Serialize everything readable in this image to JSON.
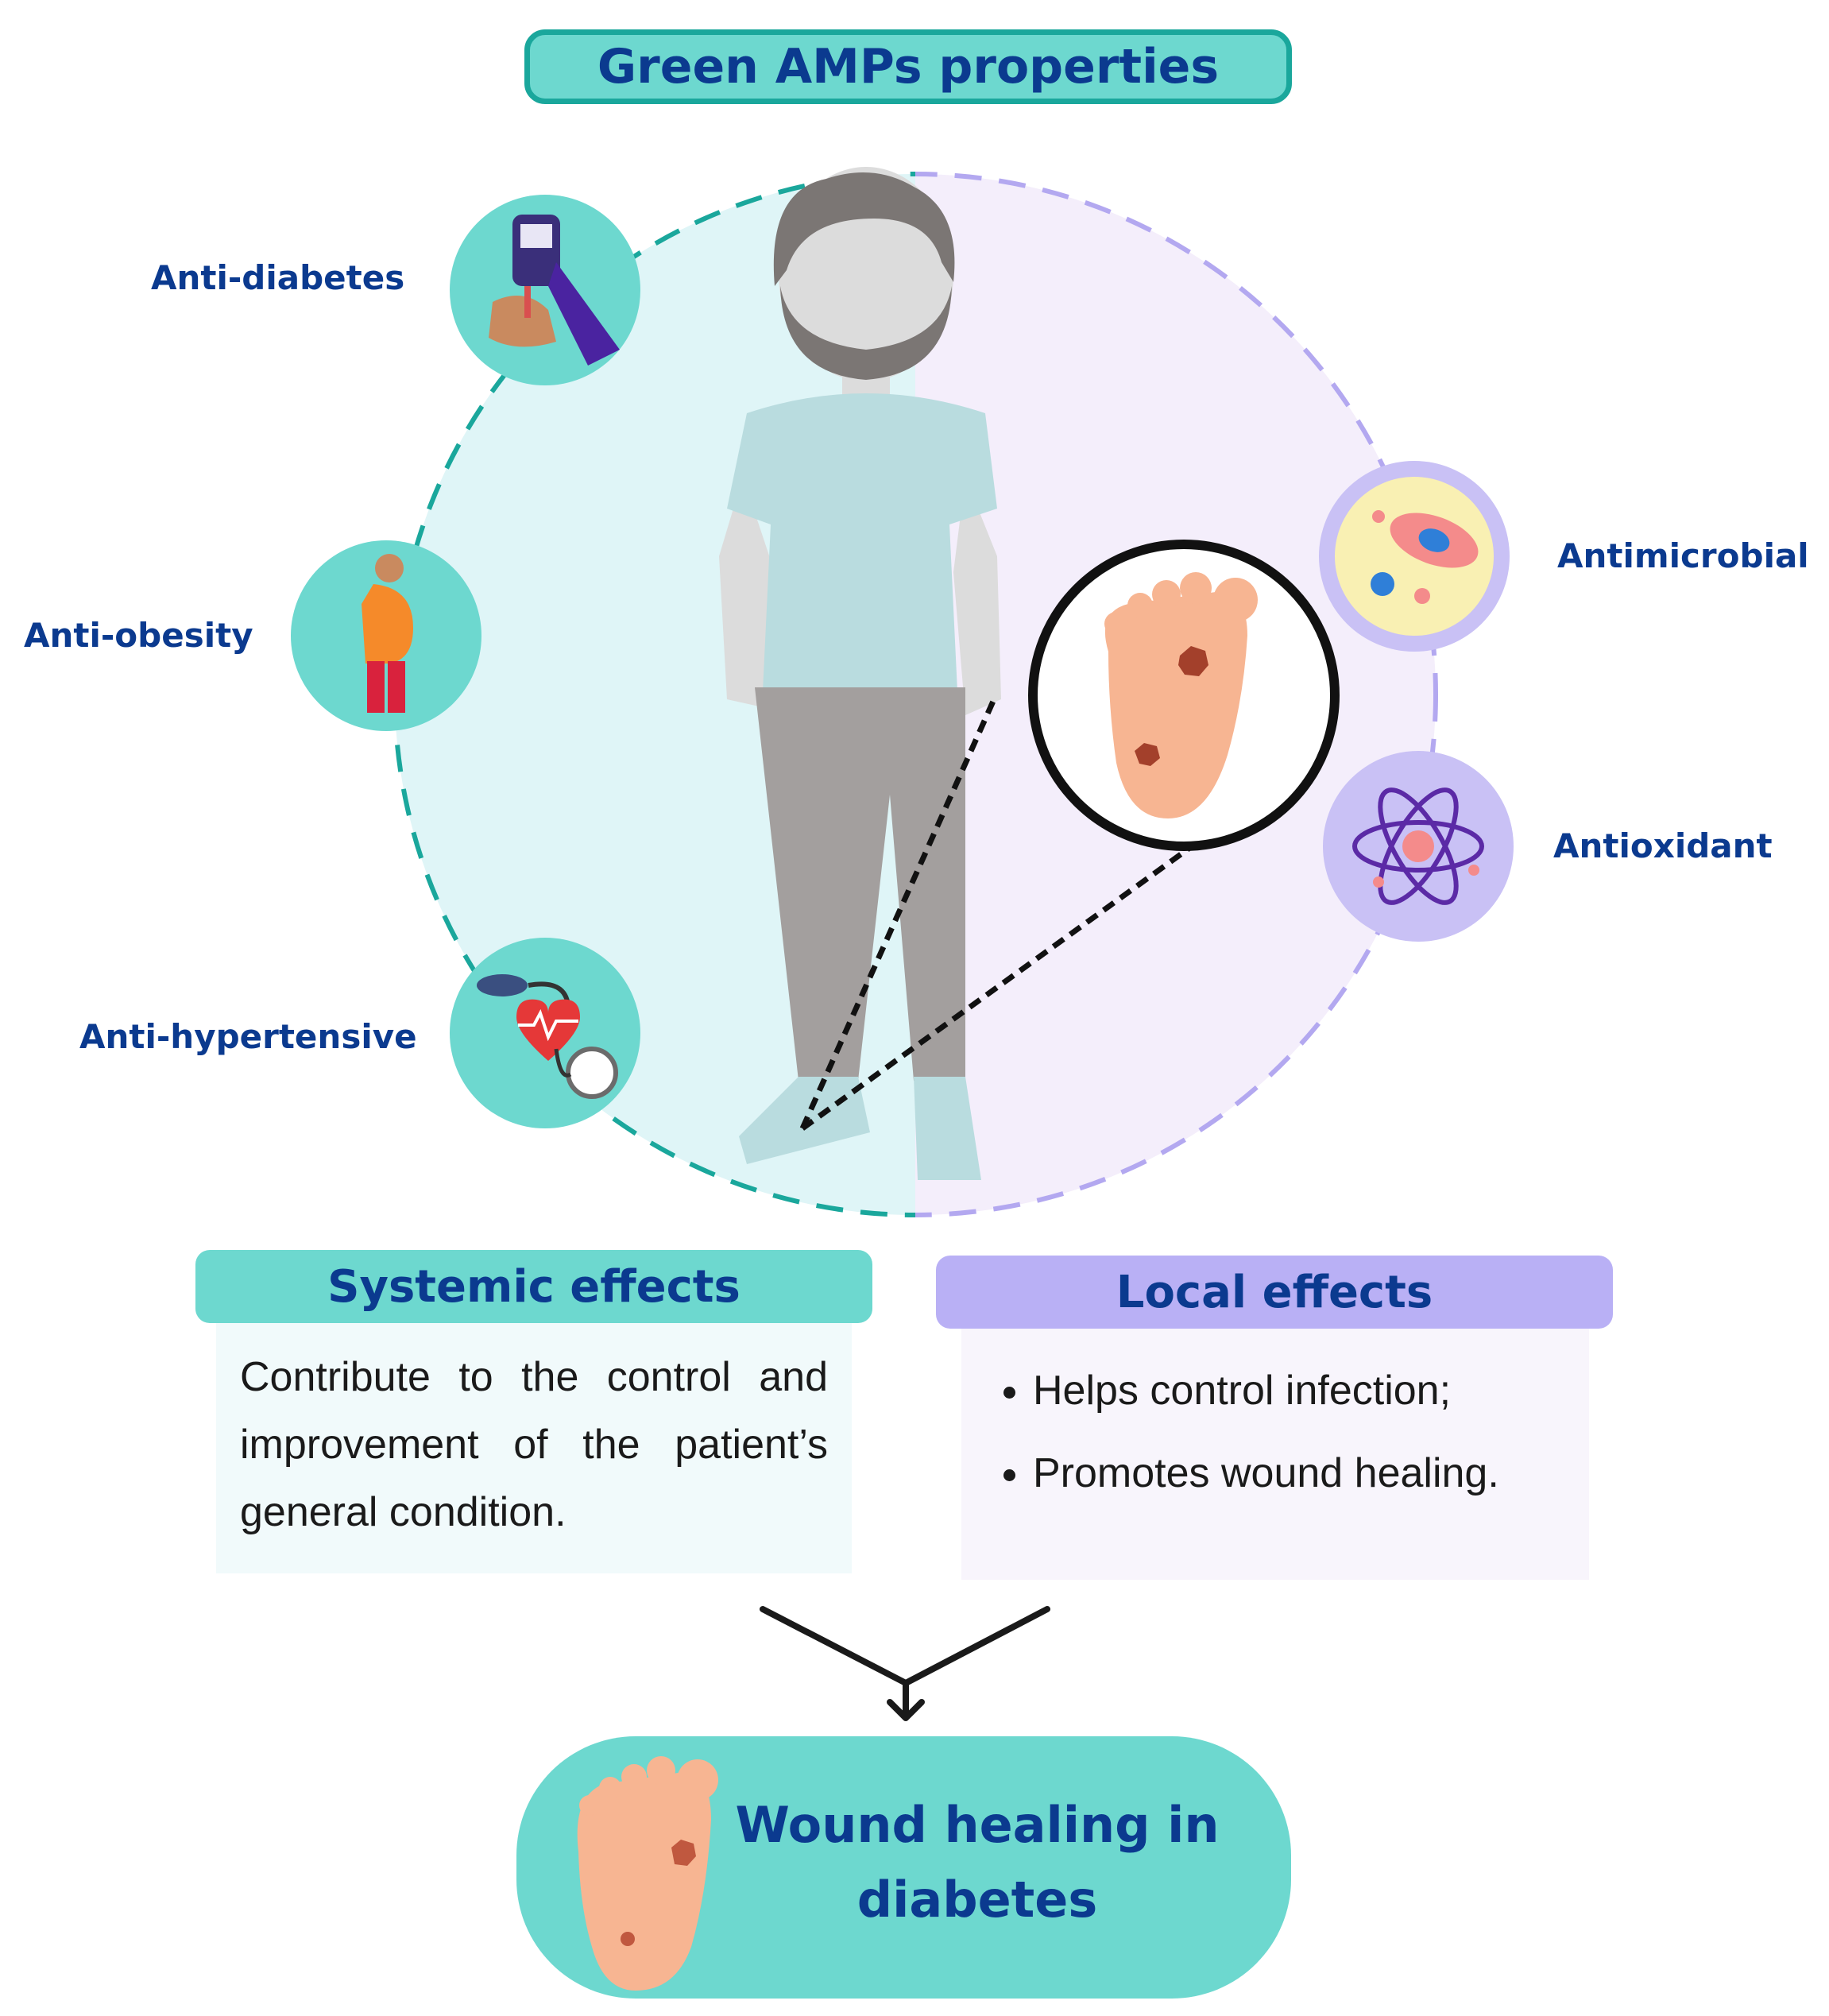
{
  "title": "Green AMPs properties",
  "properties": {
    "systemic": [
      {
        "label": "Anti-diabetes",
        "icon": "glucose-meter-icon"
      },
      {
        "label": "Anti-obesity",
        "icon": "obese-person-icon"
      },
      {
        "label": "Anti-hypertensive",
        "icon": "blood-pressure-icon"
      }
    ],
    "local": [
      {
        "label": "Antimicrobial",
        "icon": "bacteria-icon"
      },
      {
        "label": "Antioxidant",
        "icon": "atom-icon"
      }
    ]
  },
  "systemic_effects": {
    "title": "Systemic effects",
    "text": "Contribute to the control and improvement of the patient’s general condition."
  },
  "local_effects": {
    "title": "Local effects",
    "items": [
      "Helps control infection;",
      "Promotes wound healing."
    ]
  },
  "result": {
    "line1": "Wound healing in",
    "line2": "diabetes"
  },
  "colors": {
    "teal": "#6dd8cf",
    "teal_dark": "#1aa79c",
    "lavender": "#b9b0f5",
    "text_blue": "#0b3a8f"
  }
}
